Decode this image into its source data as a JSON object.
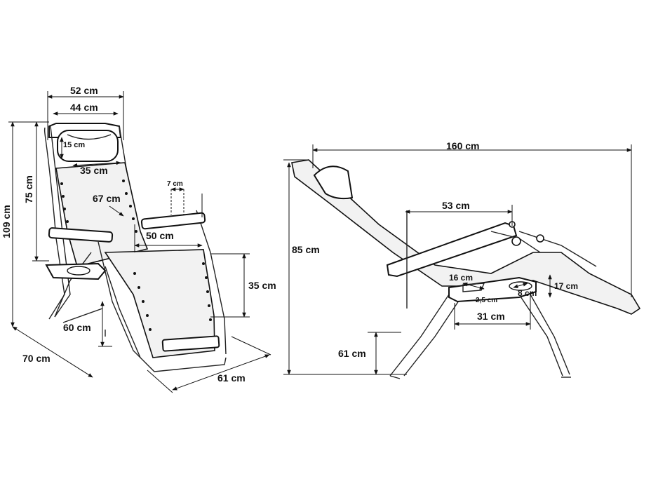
{
  "front_view": {
    "overall_width": "52 cm",
    "backrest_inner_width": "44 cm",
    "headrest_height": "15 cm",
    "headrest_width": "35 cm",
    "armrest_width": "7 cm",
    "backrest_length": "67 cm",
    "total_height": "109 cm",
    "backrest_height": "75 cm",
    "seat_length": "50 cm",
    "seat_height": "35 cm",
    "base_height": "60 cm",
    "depth": "70 cm",
    "base_width": "61 cm"
  },
  "side_view": {
    "reclined_length": "160 cm",
    "armrest_length": "53 cm",
    "reclined_height": "85 cm",
    "cup_holder_length": "16 cm",
    "cup_holder_width": "17 cm",
    "cup_holder_diameter": "8 cm",
    "cup_holder_depth": "2,5 cm",
    "tray_length": "31 cm",
    "seat_height": "61 cm"
  }
}
